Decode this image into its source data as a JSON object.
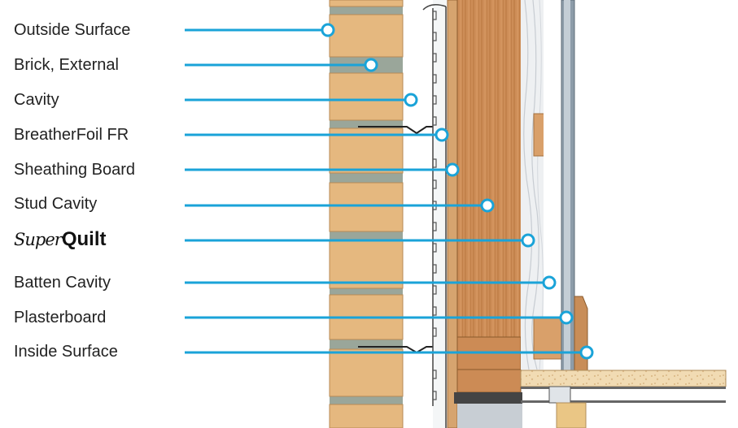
{
  "labels": [
    "Outside Surface",
    "Brick, External",
    "Cavity",
    "BreatherFoil FR",
    "Sheathing Board",
    "Stud Cavity",
    "SuperQuilt",
    "Batten Cavity",
    "Plasterboard",
    "Inside Surface"
  ],
  "logo": {
    "super": "Super",
    "quilt": "Quilt"
  },
  "colors": {
    "leader": "#1aa3d8",
    "brick": "#e5b87f",
    "mortar": "#9aa69a",
    "timber": "#c98a55",
    "timber_grain": "#b5733f",
    "insulation": "#eef0f2",
    "plasterboard": "#8a9aa8",
    "floor": "#f2dcb5"
  }
}
